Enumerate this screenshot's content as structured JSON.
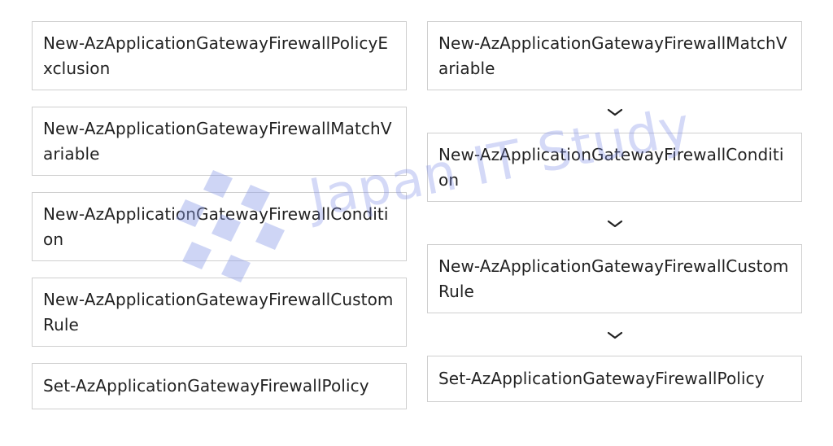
{
  "watermark": {
    "text": "Japan IT Study",
    "color": "#8a9be8",
    "logo_icon": "japan-it-study-logo"
  },
  "left_column": {
    "items": [
      {
        "label": "New-AzApplicationGatewayFirewallPolicyExclusion"
      },
      {
        "label": "New-AzApplicationGatewayFirewallMatchVariable"
      },
      {
        "label": "New-AzApplicationGatewayFirewallCondition"
      },
      {
        "label": "New-AzApplicationGatewayFirewallCustomRule"
      },
      {
        "label": "Set-AzApplicationGatewayFirewallPolicy"
      }
    ]
  },
  "right_column": {
    "items": [
      {
        "label": "New-AzApplicationGatewayFirewallMatchVariable"
      },
      {
        "label": "New-AzApplicationGatewayFirewallCondition"
      },
      {
        "label": "New-AzApplicationGatewayFirewallCustomRule"
      },
      {
        "label": "Set-AzApplicationGatewayFirewallPolicy"
      }
    ],
    "separator_icon": "chevron-down-icon"
  },
  "colors": {
    "card_border": "#cfcfcf",
    "text": "#222222",
    "background": "#ffffff"
  }
}
